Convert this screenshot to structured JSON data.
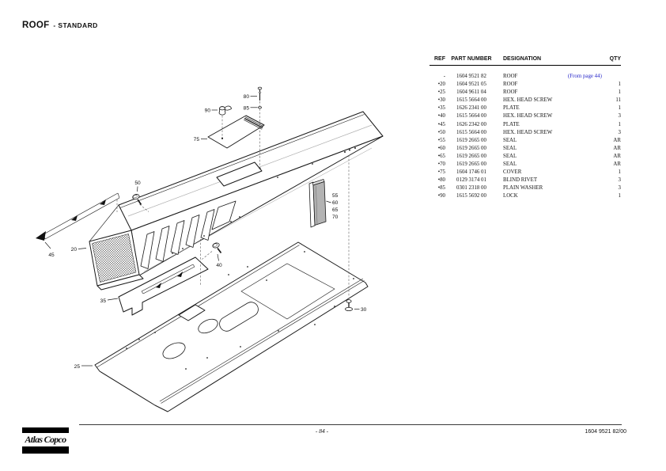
{
  "header": {
    "title": "ROOF",
    "subtitle": "- STANDARD"
  },
  "table": {
    "headers": [
      "REF",
      "PART NUMBER",
      "DESIGNATION",
      "QTY"
    ],
    "rows": [
      {
        "ref": "-",
        "part": "1604 9521 82",
        "designation": "ROOF",
        "note": "(From page 44)",
        "qty": ""
      },
      {
        "ref": "•20",
        "part": "1604 9521 05",
        "designation": "ROOF",
        "note": "",
        "qty": "1"
      },
      {
        "ref": "•25",
        "part": "1604 9611 04",
        "designation": "ROOF",
        "note": "",
        "qty": "1"
      },
      {
        "ref": "•30",
        "part": "1615 5664 00",
        "designation": "HEX. HEAD SCREW",
        "note": "",
        "qty": "11"
      },
      {
        "ref": "•35",
        "part": "1626 2341 00",
        "designation": "PLATE",
        "note": "",
        "qty": "1"
      },
      {
        "ref": "•40",
        "part": "1615 5664 00",
        "designation": "HEX. HEAD SCREW",
        "note": "",
        "qty": "3"
      },
      {
        "ref": "•45",
        "part": "1626 2342 00",
        "designation": "PLATE",
        "note": "",
        "qty": "1"
      },
      {
        "ref": "•50",
        "part": "1615 5664 00",
        "designation": "HEX. HEAD SCREW",
        "note": "",
        "qty": "3"
      },
      {
        "ref": "•55",
        "part": "1619 2665 00",
        "designation": "SEAL",
        "note": "",
        "qty": "AR"
      },
      {
        "ref": "•60",
        "part": "1619 2665 00",
        "designation": "SEAL",
        "note": "",
        "qty": "AR"
      },
      {
        "ref": "•65",
        "part": "1619 2665 00",
        "designation": "SEAL",
        "note": "",
        "qty": "AR"
      },
      {
        "ref": "•70",
        "part": "1619 2665 00",
        "designation": "SEAL",
        "note": "",
        "qty": "AR"
      },
      {
        "ref": "•75",
        "part": "1604 1746 01",
        "designation": "COVER",
        "note": "",
        "qty": "1"
      },
      {
        "ref": "•80",
        "part": "0129 3174 01",
        "designation": "BLIND RIVET",
        "note": "",
        "qty": "3"
      },
      {
        "ref": "•85",
        "part": "0301 2318 00",
        "designation": "PLAIN WASHER",
        "note": "",
        "qty": "3"
      },
      {
        "ref": "•90",
        "part": "1615 5692 00",
        "designation": "LOCK",
        "note": "",
        "qty": "1"
      }
    ]
  },
  "diagram": {
    "callouts": {
      "c20": "20",
      "c25": "25",
      "c30": "30",
      "c35": "35",
      "c40": "40",
      "c45": "45",
      "c50": "50",
      "c55": "55",
      "c60": "60",
      "c65": "65",
      "c70": "70",
      "c75": "75",
      "c80": "80",
      "c85": "85",
      "c90": "90"
    }
  },
  "footer": {
    "logo_text": "Atlas Copco",
    "page_number": "- 84 -",
    "doc_number": "1604 9521 82/00"
  },
  "colors": {
    "note_blue": "#2626c9",
    "seal_gray": "#b3b3b3"
  }
}
